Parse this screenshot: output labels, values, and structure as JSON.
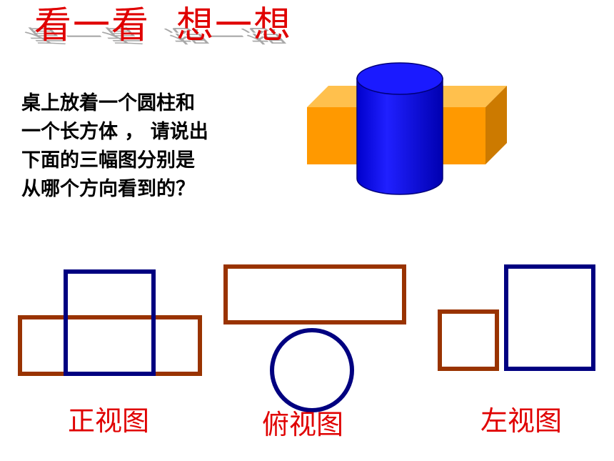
{
  "title": {
    "text": "看一看  想一想",
    "color": "#e00000"
  },
  "question": {
    "lines": [
      "桌上放着一个圆柱和",
      "一个长方体 ， 请说出",
      "下面的三幅图分别是",
      "从哪个方向看到的？"
    ]
  },
  "solid": {
    "cuboid_color": "#ff9900",
    "cylinder_color": "#0000ff"
  },
  "views": {
    "front_label": "正视图",
    "top_label": "俯视图",
    "side_label": "左视图",
    "label_color": "#e00000",
    "cuboid_outline_color": "#993300",
    "cylinder_outline_color": "#000080"
  }
}
